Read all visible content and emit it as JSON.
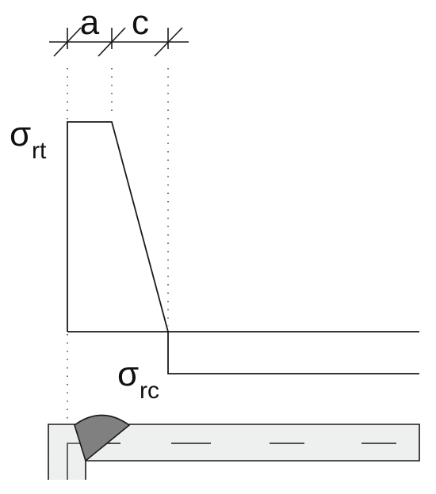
{
  "labels": {
    "dim_a": "a",
    "dim_c": "c",
    "sigma_symbol": "σ",
    "sigma_rt_sub": "rt",
    "sigma_rc_sub": "rc"
  },
  "colors": {
    "line": "#1a1a1a",
    "wall_fill": "#eef0ef",
    "weld_fill": "#808080",
    "dotted": "#333333"
  }
}
